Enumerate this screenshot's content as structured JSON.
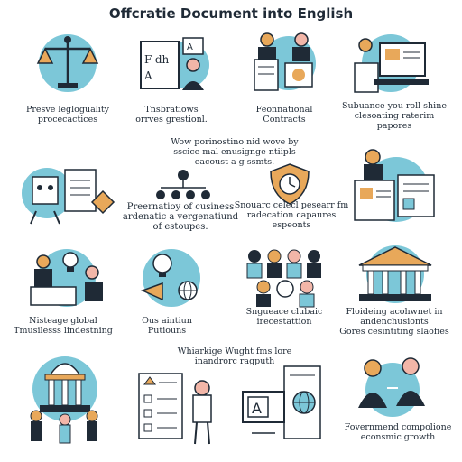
{
  "title": "Offcratie Document into English",
  "colors": {
    "accent": "#7cc7d8",
    "ink": "#1f2a36",
    "gold": "#e8a85a",
    "blush": "#f2b6a8"
  },
  "items": [
    {
      "icon": "balance-scale-icon",
      "lines": [
        "Presve legloguality",
        "procecactices"
      ]
    },
    {
      "icon": "document-translation-icon",
      "lines": [
        "Tnsbratiows",
        "orrves grestionl."
      ]
    },
    {
      "icon": "contract-meeting-icon",
      "lines": [
        "Feonnational",
        "Contracts"
      ]
    },
    {
      "icon": "computer-workstation-icon",
      "lines": [
        "Subuance you roll shine",
        "clesoating raterim",
        "papores"
      ]
    },
    {
      "icon": "org-chart-icon",
      "lines": [
        "Wow porinostino nid wove by",
        "sscice mal enusignge ntiipls",
        "eacoust a g ssmts."
      ]
    },
    {
      "icon": "clock-shield-icon",
      "lines": [
        "Snouarc celecl pesearr fm",
        "radecation  capaures",
        "espeonts"
      ]
    },
    {
      "icon": "robot-checklist-icon",
      "lines": [
        "Preernatioy of cusiness",
        "ardenatic a vergenatiund",
        "of estoupes."
      ]
    },
    {
      "icon": "dashboard-presenter-icon",
      "lines": []
    },
    {
      "icon": "laptop-idea-icon",
      "lines": [
        "Nisteage global",
        "Tmusilesss lindestning"
      ]
    },
    {
      "icon": "lightbulb-globe-icon",
      "lines": [
        "Ous aintiun",
        "Putiouns"
      ]
    },
    {
      "icon": "team-group-icon",
      "lines": [
        "Sngueace clubaic",
        "irecestattion"
      ]
    },
    {
      "icon": "government-building-icon",
      "lines": [
        "Floideing acohwnet in",
        "andenchusionts",
        "Gores cesintiting slaofies"
      ]
    },
    {
      "icon": "capitol-building-icon",
      "lines": [
        "Whiarkige Wught fms lore",
        "inandrorc ragputh"
      ]
    },
    {
      "icon": "checklist-person-icon",
      "lines": []
    },
    {
      "icon": "translation-globe-icon",
      "lines": []
    },
    {
      "icon": "business-people-icon",
      "lines": [
        "Fovernmend compolione",
        "econsmic growth"
      ]
    }
  ]
}
